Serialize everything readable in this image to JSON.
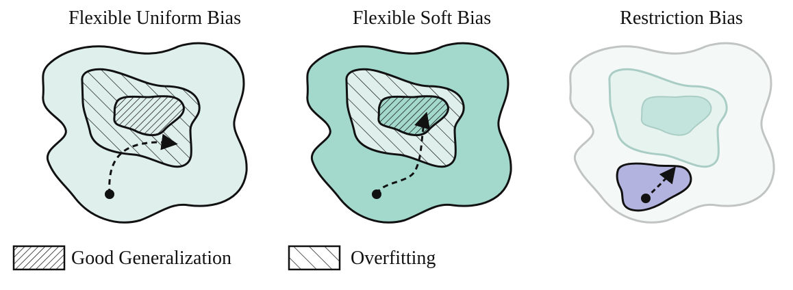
{
  "panels": [
    {
      "title": "Flexible Uniform Bias",
      "outer_fill": "#dff0ec",
      "inner_fill": "#dff0ec",
      "core_fill": "#dff0ec"
    },
    {
      "title": "Flexible Soft Bias",
      "outer_fill": "#a3d9cc",
      "inner_fill": "#dff0ec",
      "core_fill": "#a3d9cc"
    },
    {
      "title": "Restriction Bias",
      "outer_fill": "#f4f9f8",
      "inner_fill": "#e6f3ef",
      "core_fill": "#c3e4dc",
      "restricted_fill": "#b3b3e0"
    }
  ],
  "legend": {
    "good_generalization": "Good Generalization",
    "overfitting": "Overfitting"
  },
  "colors": {
    "stroke": "#111111",
    "faded_stroke": "#c0c4c3",
    "faded_inner_stroke": "#a9cdc4"
  }
}
